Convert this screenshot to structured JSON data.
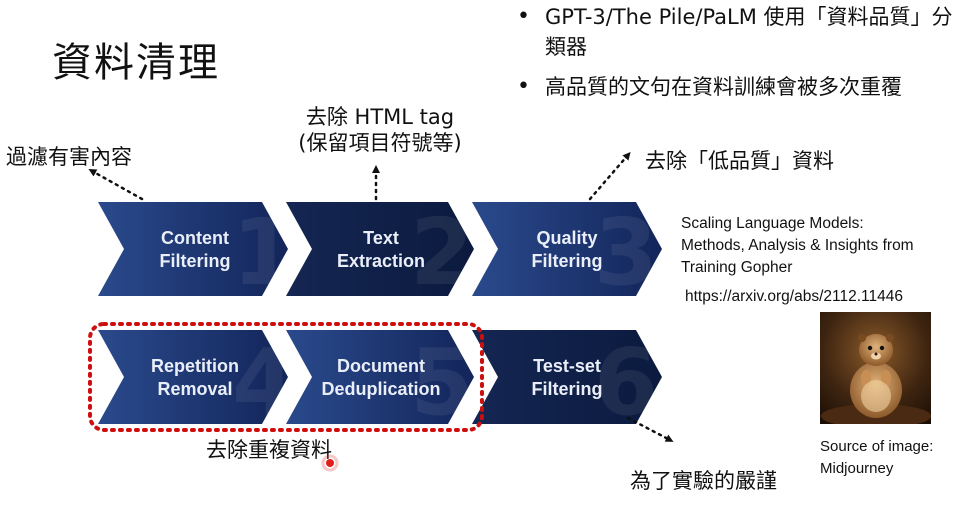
{
  "slide": {
    "title": "資料清理",
    "bullets": [
      "GPT-3/The Pile/PaLM 使用「資料品質」分類器",
      "高品質的文句在資料訓練會被多次重覆"
    ],
    "annotations": {
      "harmful": "過濾有害內容",
      "html_line1": "去除 HTML tag",
      "html_line2": "(保留項目符號等)",
      "low_quality": "去除「低品質」資料",
      "dedup": "去除重複資料",
      "rigor": "為了實驗的嚴謹"
    },
    "steps": [
      {
        "num": "1",
        "line1": "Content",
        "line2": "Filtering"
      },
      {
        "num": "2",
        "line1": "Text",
        "line2": "Extraction"
      },
      {
        "num": "3",
        "line1": "Quality",
        "line2": "Filtering"
      },
      {
        "num": "4",
        "line1": "Repetition",
        "line2": "Removal"
      },
      {
        "num": "5",
        "line1": "Document",
        "line2": "Deduplication"
      },
      {
        "num": "6",
        "line1": "Test-set",
        "line2": "Filtering"
      }
    ],
    "reference": {
      "line1": "Scaling Language Models:",
      "line2": "Methods, Analysis & Insights from",
      "line3": "Training Gopher",
      "url": "https://arxiv.org/abs/2112.11446"
    },
    "image_source": {
      "line1": "Source of image:",
      "line2": "Midjourney"
    },
    "colors": {
      "chevron_row1": "#1d3466",
      "chevron_mid": "#0f2048",
      "highlight_dots": "#cc1010"
    }
  }
}
